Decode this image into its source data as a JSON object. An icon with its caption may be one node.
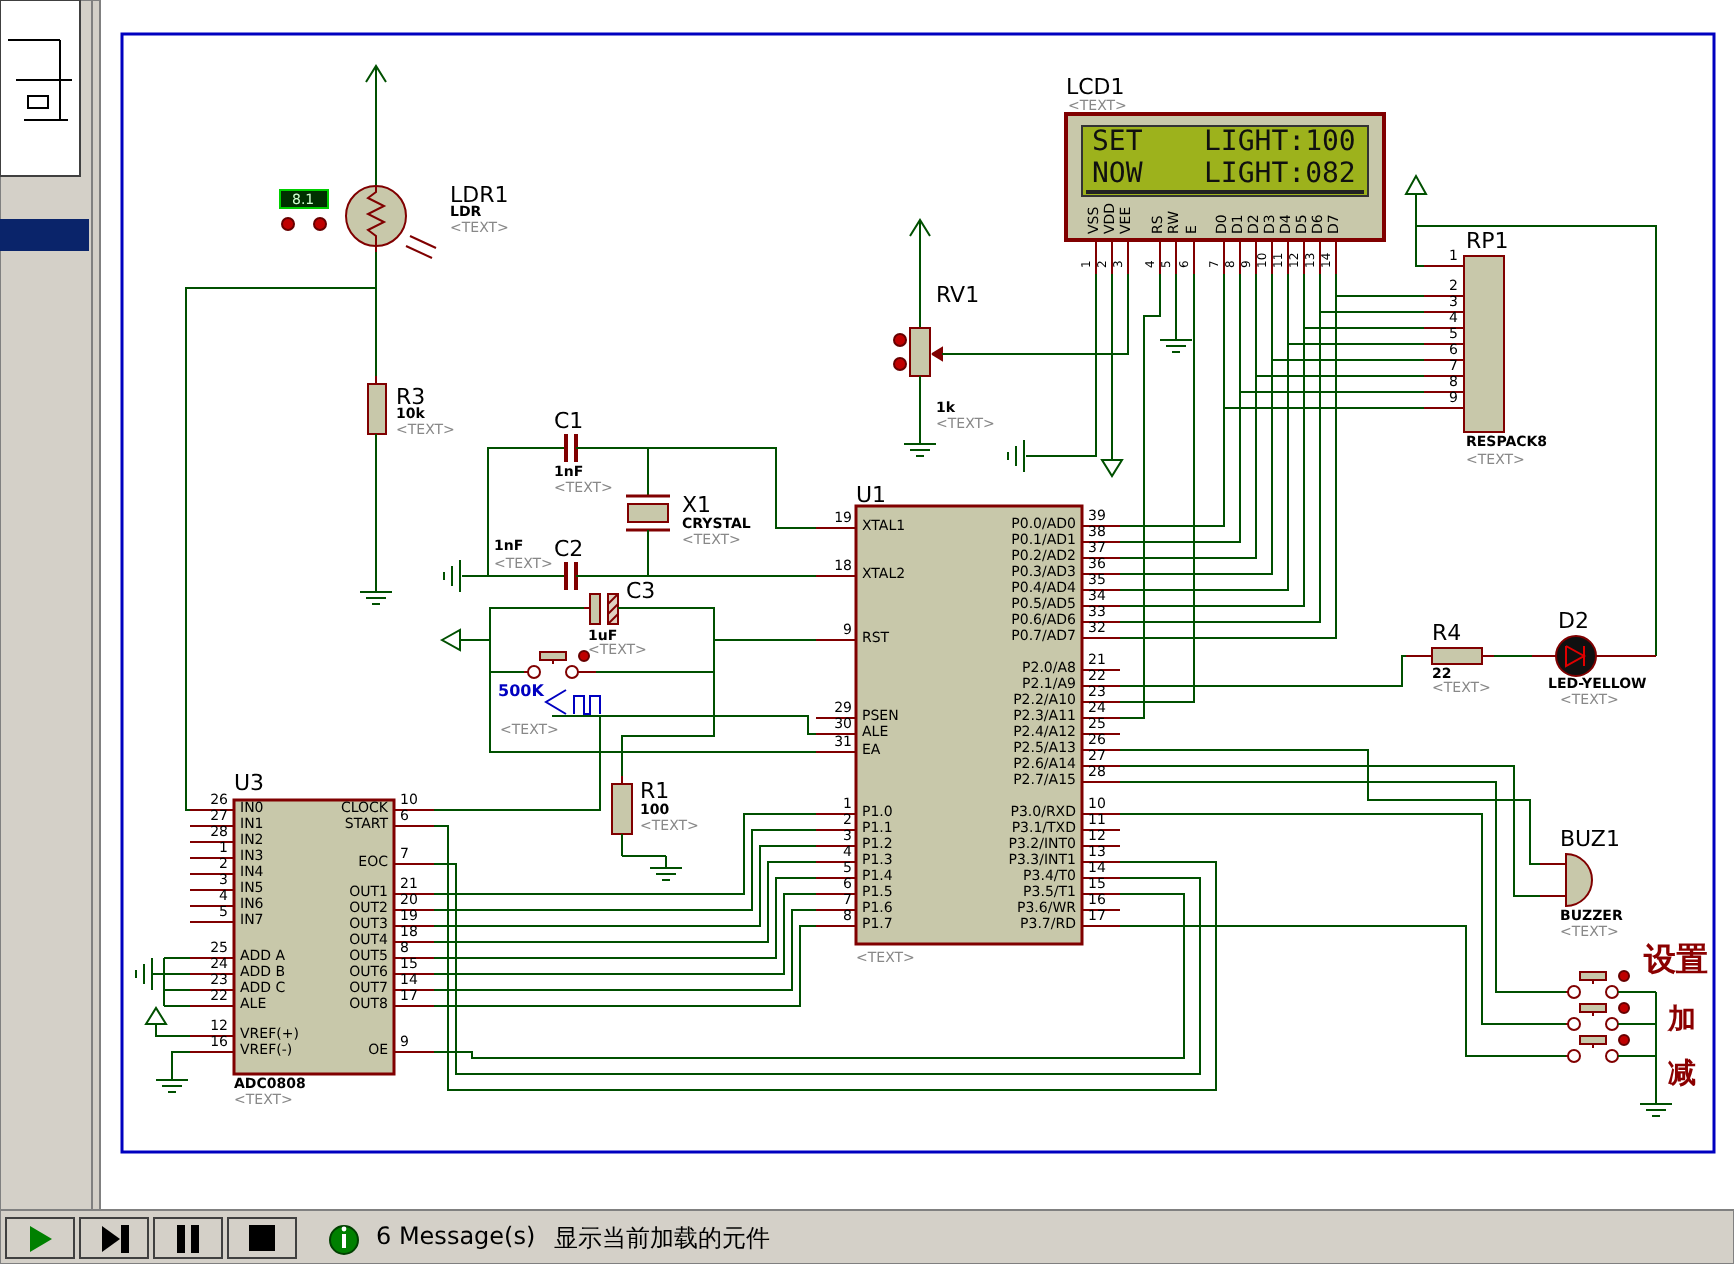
{
  "diagram": {
    "nodes": [
      {
        "text": [
          "LCD1",
          "<TEXT>",
          "SET",
          "LIGHT:100",
          "NOW",
          "LIGHT:082",
          "VSS",
          "VDD",
          "VEE",
          "RS",
          "RW",
          "E",
          "D0",
          "D1",
          "D2",
          "D3",
          "D4",
          "D5",
          "D6",
          "D7",
          "1",
          "2",
          "3",
          "4",
          "5",
          "6",
          "7",
          "8",
          "9",
          "10",
          "11",
          "12",
          "13",
          "14"
        ]
      },
      {
        "text": [
          "RV1",
          "1k",
          "<TEXT>"
        ]
      },
      {
        "text": [
          "LDR1",
          "LDR",
          "<TEXT>",
          "8.1"
        ]
      },
      {
        "text": [
          "R3",
          "10k",
          "<TEXT>"
        ]
      },
      {
        "text": [
          "C1",
          "1nF",
          "<TEXT>"
        ]
      },
      {
        "text": [
          "X1",
          "CRYSTAL",
          "<TEXT>"
        ]
      },
      {
        "text": [
          "1nF",
          "C2",
          "<TEXT>"
        ]
      },
      {
        "text": [
          "C3",
          "1uF",
          "<TEXT>"
        ]
      },
      {
        "text": [],
        "shape": "switch"
      },
      {
        "text": [
          "500K",
          "<TEXT>"
        ]
      },
      {
        "text": [
          "R1",
          "100",
          "<TEXT>"
        ]
      },
      {
        "text": [
          "U1",
          "XTAL1",
          "19",
          "XTAL2",
          "18",
          "RST",
          "9",
          "PSEN",
          "29",
          "ALE",
          "30",
          "EA",
          "31",
          "P1.0",
          "1",
          "P1.1",
          "2",
          "P1.2",
          "3",
          "P1.3",
          "4",
          "P1.4",
          "5",
          "P1.5",
          "6",
          "P1.6",
          "7",
          "P1.7",
          "8",
          "P0.0/AD0",
          "39",
          "P0.1/AD1",
          "38",
          "P0.2/AD2",
          "37",
          "P0.3/AD3",
          "36",
          "P0.4/AD4",
          "35",
          "P0.5/AD5",
          "34",
          "P0.6/AD6",
          "33",
          "P0.7/AD7",
          "32",
          "P2.0/A8",
          "21",
          "P2.1/A9",
          "22",
          "P2.2/A10",
          "23",
          "P2.3/A11",
          "24",
          "P2.4/A12",
          "25",
          "P2.5/A13",
          "26",
          "P2.6/A14",
          "27",
          "P2.7/A15",
          "28",
          "P3.0/RXD",
          "10",
          "P3.1/TXD",
          "11",
          "P3.2/INT0",
          "12",
          "P3.3/INT1",
          "13",
          "P3.4/T0",
          "14",
          "P3.5/T1",
          "15",
          "P3.6/WR",
          "16",
          "P3.7/RD",
          "17",
          "<TEXT>"
        ]
      },
      {
        "text": [
          "U3",
          "IN0",
          "26",
          "IN1",
          "27",
          "IN2",
          "28",
          "IN3",
          "1",
          "IN4",
          "2",
          "IN5",
          "3",
          "IN6",
          "4",
          "IN7",
          "5",
          "ADD A",
          "25",
          "ADD B",
          "24",
          "ADD C",
          "23",
          "ALE",
          "22",
          "VREF(+)",
          "12",
          "VREF(-)",
          "16",
          "CLOCK",
          "10",
          "START",
          "6",
          "EOC",
          "7",
          "OUT1",
          "21",
          "OUT2",
          "20",
          "OUT3",
          "19",
          "OUT4",
          "18",
          "OUT5",
          "8",
          "OUT6",
          "15",
          "OUT7",
          "14",
          "OUT8",
          "17",
          "OE",
          "9",
          "ADC0808",
          "<TEXT>"
        ]
      },
      {
        "text": [
          "RP1",
          "1",
          "2",
          "3",
          "4",
          "5",
          "6",
          "7",
          "8",
          "9",
          "RESPACK8",
          "<TEXT>"
        ]
      },
      {
        "text": [
          "R4",
          "22",
          "<TEXT>"
        ]
      },
      {
        "text": [
          "D2",
          "LED-YELLOW",
          "<TEXT>"
        ]
      },
      {
        "text": [
          "BUZ1",
          "BUZZER",
          "<TEXT>"
        ]
      },
      {
        "text": [],
        "shape": "switch",
        "beside": [
          "设置"
        ]
      },
      {
        "text": [],
        "shape": "switch",
        "beside": [
          "加"
        ]
      },
      {
        "text": [],
        "shape": "switch",
        "beside": [
          "减"
        ]
      },
      {
        "text": [],
        "shape": "ground"
      },
      {
        "text": [],
        "shape": "terminal"
      },
      {
        "text": [],
        "shape": "terminal"
      },
      {
        "text": [],
        "shape": "ground"
      },
      {
        "text": [],
        "shape": "terminal"
      },
      {
        "text": [],
        "shape": "ground"
      }
    ],
    "edges": [
      {
        "from": 2,
        "to": 3,
        "arrow": "none"
      },
      {
        "from": 2,
        "to": 12,
        "arrow": "none"
      },
      {
        "from": 4,
        "to": 11,
        "arrow": "none"
      },
      {
        "from": 6,
        "to": 11,
        "arrow": "none"
      },
      {
        "from": 5,
        "to": 4,
        "arrow": "none"
      },
      {
        "from": 5,
        "to": 6,
        "arrow": "none"
      },
      {
        "from": 4,
        "to": 6,
        "arrow": "none"
      },
      {
        "from": 7,
        "to": 11,
        "arrow": "none"
      },
      {
        "from": 8,
        "to": 11,
        "arrow": "none"
      },
      {
        "from": 10,
        "to": 11,
        "arrow": "none"
      },
      {
        "from": 7,
        "to": 8,
        "arrow": "none"
      },
      {
        "from": 7,
        "to": 11,
        "arrow": "none"
      },
      {
        "from": 9,
        "to": 11,
        "arrow": "none"
      },
      {
        "from": 9,
        "to": 12,
        "arrow": "none"
      },
      {
        "from": 11,
        "to": 0,
        "arrow": "none"
      },
      {
        "from": 11,
        "to": 0,
        "arrow": "none"
      },
      {
        "from": 11,
        "to": 0,
        "arrow": "none"
      },
      {
        "from": 11,
        "to": 0,
        "arrow": "none"
      },
      {
        "from": 11,
        "to": 0,
        "arrow": "none"
      },
      {
        "from": 11,
        "to": 0,
        "arrow": "none"
      },
      {
        "from": 11,
        "to": 0,
        "arrow": "none"
      },
      {
        "from": 11,
        "to": 0,
        "arrow": "none"
      },
      {
        "from": 13,
        "to": 0,
        "arrow": "none"
      },
      {
        "from": 13,
        "to": 0,
        "arrow": "none"
      },
      {
        "from": 13,
        "to": 0,
        "arrow": "none"
      },
      {
        "from": 13,
        "to": 0,
        "arrow": "none"
      },
      {
        "from": 13,
        "to": 0,
        "arrow": "none"
      },
      {
        "from": 13,
        "to": 0,
        "arrow": "none"
      },
      {
        "from": 13,
        "to": 0,
        "arrow": "none"
      },
      {
        "from": 13,
        "to": 0,
        "arrow": "none"
      },
      {
        "from": 11,
        "to": 0,
        "arrow": "none"
      },
      {
        "from": 11,
        "to": 0,
        "arrow": "none"
      },
      {
        "from": 1,
        "to": 0,
        "arrow": "none"
      },
      {
        "from": 11,
        "to": 14,
        "arrow": "none"
      },
      {
        "from": 14,
        "to": 15,
        "arrow": "none"
      },
      {
        "from": 15,
        "to": 13,
        "arrow": "none"
      },
      {
        "from": 11,
        "to": 16,
        "arrow": "none"
      },
      {
        "from": 11,
        "to": 16,
        "arrow": "none"
      },
      {
        "from": 11,
        "to": 17,
        "arrow": "none"
      },
      {
        "from": 11,
        "to": 18,
        "arrow": "none"
      },
      {
        "from": 11,
        "to": 19,
        "arrow": "none"
      },
      {
        "from": 12,
        "to": 11,
        "arrow": "none"
      },
      {
        "from": 12,
        "to": 11,
        "arrow": "none"
      },
      {
        "from": 12,
        "to": 11,
        "arrow": "none"
      },
      {
        "from": 12,
        "to": 11,
        "arrow": "none"
      },
      {
        "from": 12,
        "to": 11,
        "arrow": "none"
      },
      {
        "from": 12,
        "to": 11,
        "arrow": "none"
      },
      {
        "from": 12,
        "to": 11,
        "arrow": "none"
      },
      {
        "from": 12,
        "to": 11,
        "arrow": "none"
      },
      {
        "from": 12,
        "to": 11,
        "arrow": "none"
      },
      {
        "from": 12,
        "to": 11,
        "arrow": "none"
      },
      {
        "from": 12,
        "to": 11,
        "arrow": "none"
      },
      {
        "from": 20,
        "to": 6,
        "arrow": "none"
      },
      {
        "from": 21,
        "to": 7,
        "arrow": "none"
      },
      {
        "from": 22,
        "to": 13,
        "arrow": "none"
      },
      {
        "from": 0,
        "to": 23,
        "arrow": "none"
      },
      {
        "from": 0,
        "to": 24,
        "arrow": "none"
      },
      {
        "from": 0,
        "to": 25,
        "arrow": "none"
      }
    ],
    "labels": [
      "6 Message(s)",
      "显示当前加载的元件"
    ]
  }
}
